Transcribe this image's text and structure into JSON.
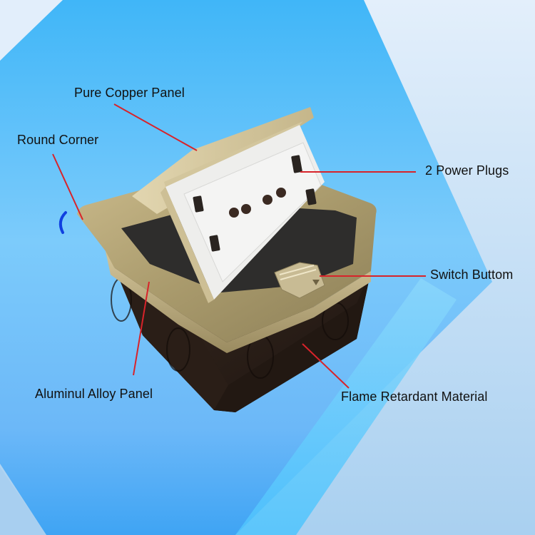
{
  "image": {
    "subject": "pop-up floor socket box",
    "background_colors": {
      "light": "#dbe9f8",
      "mid_blue": "#6cc6fa",
      "deep_blue": "#40aaf5",
      "cyan_band": "#5cc8fb",
      "leader_line": "#d8232a",
      "corner_mark": "#1040e0"
    }
  },
  "callouts": [
    {
      "id": "pure-copper-panel",
      "label": "Pure Copper Panel"
    },
    {
      "id": "round-corner",
      "label": "Round Corner"
    },
    {
      "id": "power-plugs",
      "label": "2 Power Plugs"
    },
    {
      "id": "switch-button",
      "label": "Switch Buttom"
    },
    {
      "id": "aluminum-alloy-panel",
      "label": "Aluminul Alloy Panel"
    },
    {
      "id": "flame-retardant-material",
      "label": "Flame Retardant Material"
    }
  ]
}
